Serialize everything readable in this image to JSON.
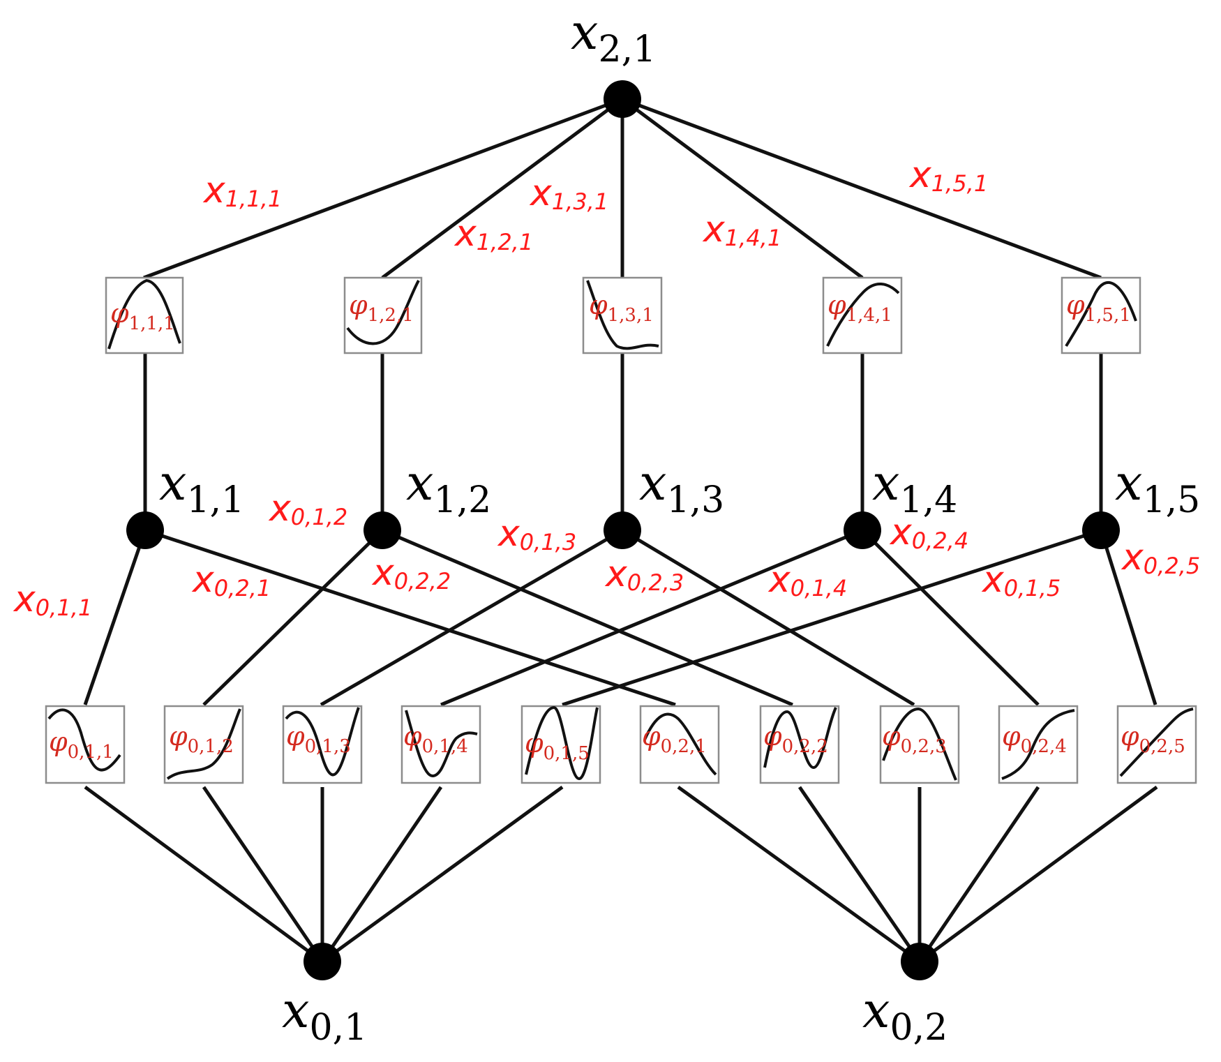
{
  "nodes": {
    "output": {
      "main": "x",
      "sub": "2,1"
    },
    "hidden": [
      {
        "main": "x",
        "sub": "1,1"
      },
      {
        "main": "x",
        "sub": "1,2"
      },
      {
        "main": "x",
        "sub": "1,3"
      },
      {
        "main": "x",
        "sub": "1,4"
      },
      {
        "main": "x",
        "sub": "1,5"
      }
    ],
    "inputs": [
      {
        "main": "x",
        "sub": "0,1"
      },
      {
        "main": "x",
        "sub": "0,2"
      }
    ]
  },
  "top_edge_labels": [
    {
      "main": "x",
      "sub": "1,1,1"
    },
    {
      "main": "x",
      "sub": "1,2,1"
    },
    {
      "main": "x",
      "sub": "1,3,1"
    },
    {
      "main": "x",
      "sub": "1,4,1"
    },
    {
      "main": "x",
      "sub": "1,5,1"
    }
  ],
  "top_phi": [
    {
      "main": "φ",
      "sub": "1,1,1"
    },
    {
      "main": "φ",
      "sub": "1,2,1"
    },
    {
      "main": "φ",
      "sub": "1,3,1"
    },
    {
      "main": "φ",
      "sub": "1,4,1"
    },
    {
      "main": "φ",
      "sub": "1,5,1"
    }
  ],
  "mid_edge_labels": [
    {
      "main": "x",
      "sub": "0,1,1"
    },
    {
      "main": "x",
      "sub": "0,2,1"
    },
    {
      "main": "x",
      "sub": "0,1,2"
    },
    {
      "main": "x",
      "sub": "0,2,2"
    },
    {
      "main": "x",
      "sub": "0,1,3"
    },
    {
      "main": "x",
      "sub": "0,2,3"
    },
    {
      "main": "x",
      "sub": "0,1,4"
    },
    {
      "main": "x",
      "sub": "0,2,4"
    },
    {
      "main": "x",
      "sub": "0,1,5"
    },
    {
      "main": "x",
      "sub": "0,2,5"
    }
  ],
  "bottom_phi": [
    {
      "main": "φ",
      "sub": "0,1,1"
    },
    {
      "main": "φ",
      "sub": "0,1,2"
    },
    {
      "main": "φ",
      "sub": "0,1,3"
    },
    {
      "main": "φ",
      "sub": "0,1,4"
    },
    {
      "main": "φ",
      "sub": "0,1,5"
    },
    {
      "main": "φ",
      "sub": "0,2,1"
    },
    {
      "main": "φ",
      "sub": "0,2,2"
    },
    {
      "main": "φ",
      "sub": "0,2,3"
    },
    {
      "main": "φ",
      "sub": "0,2,4"
    },
    {
      "main": "φ",
      "sub": "0,2,5"
    }
  ],
  "colors": {
    "edge": "#111111",
    "node": "#000000",
    "edge_label": "#ff1a1a",
    "phi_label": "#d42a1f",
    "phi_box_border": "#8c8c8c"
  }
}
